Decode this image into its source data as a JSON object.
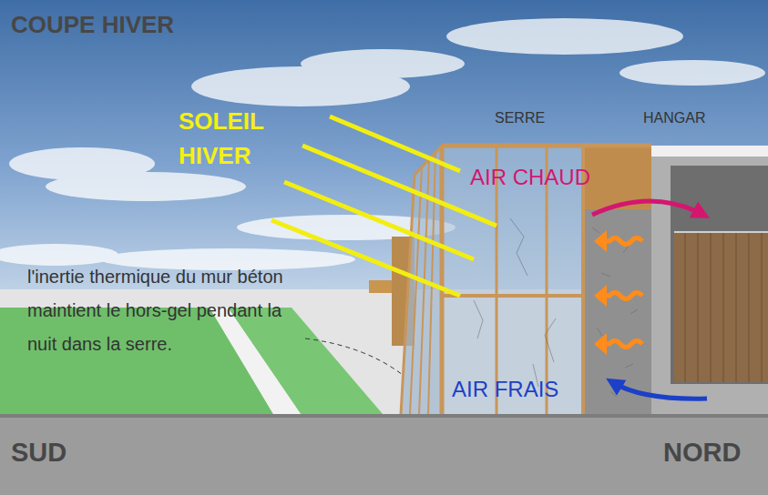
{
  "diagram": {
    "title": "COUPE HIVER",
    "labels": [
      "SOLEIL HIVER",
      "SERRE",
      "HANGAR",
      "AIR CHAUD",
      "AIR FRAIS",
      "l'inertie thermique du mur béton maintient le hors-gel pendant la nuit dans la serre.",
      "SUD",
      "NORD"
    ]
  }
}
